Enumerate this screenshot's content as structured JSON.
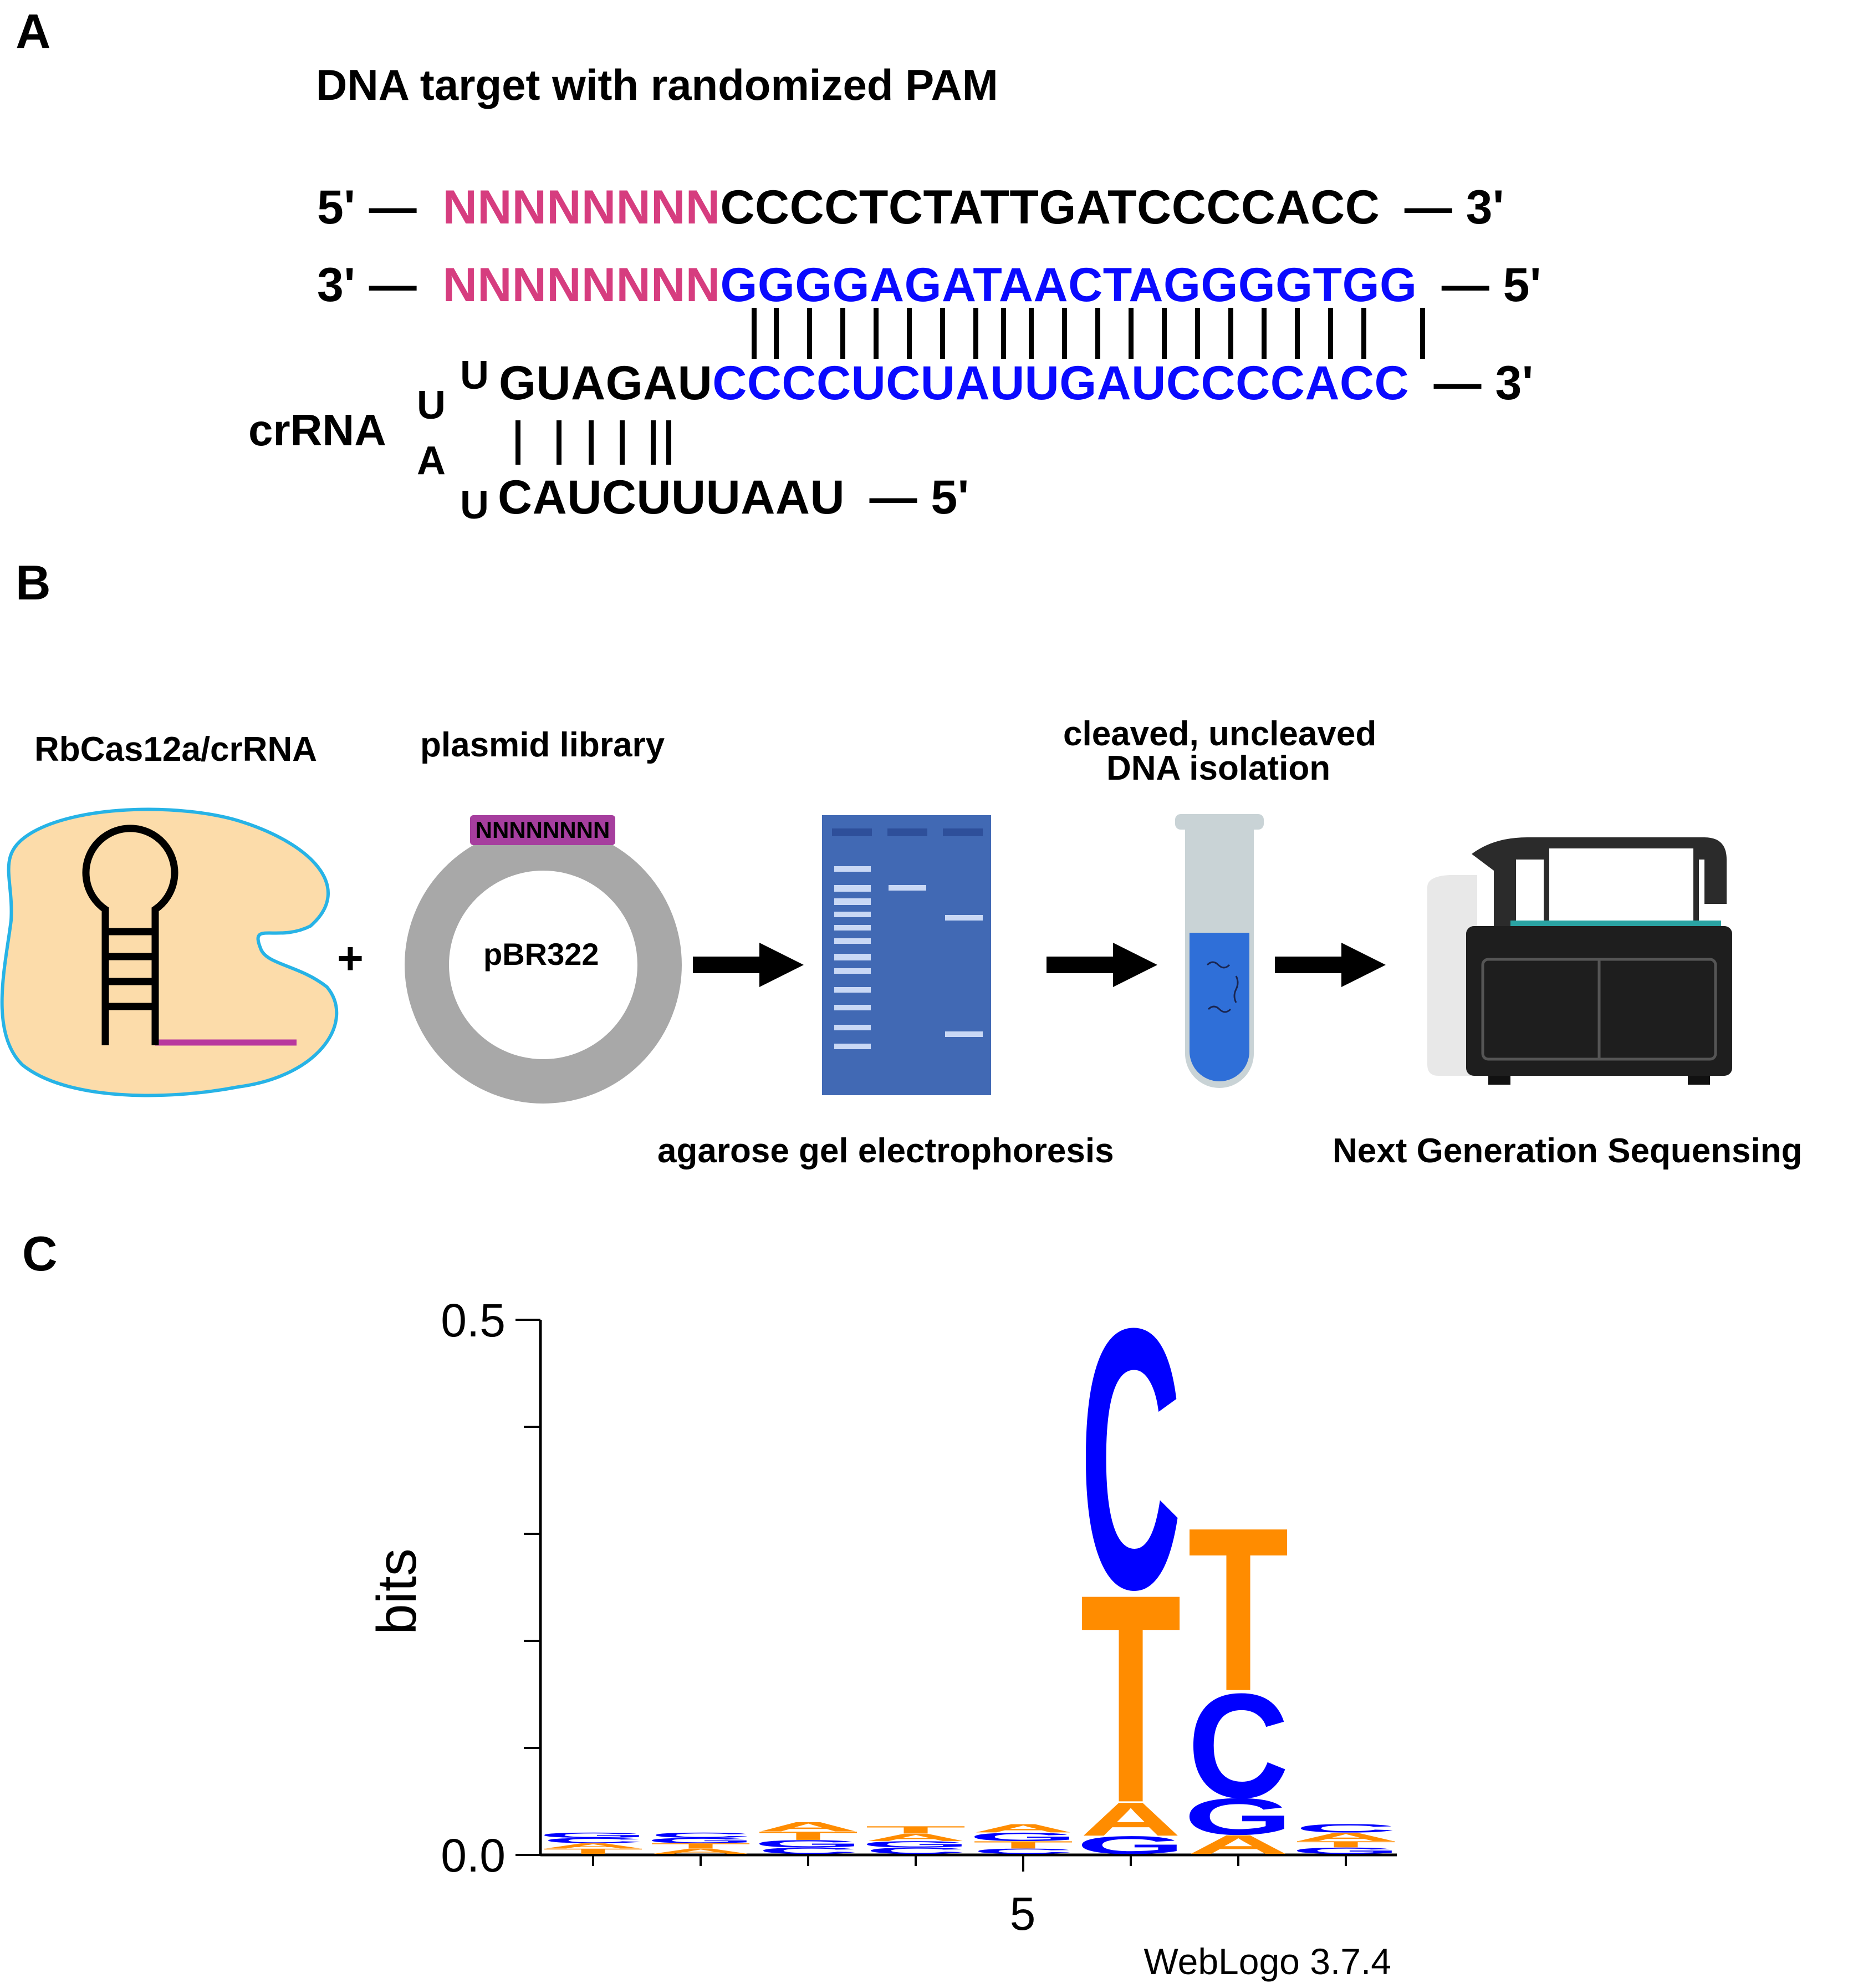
{
  "panel_a": {
    "letter": "A",
    "title": "DNA target with randomized PAM",
    "row1": {
      "left": "5' —",
      "pam": "NNNNNNNN",
      "seq": "CCCCTCTATTGATCCCCACC",
      "right": "— 3'"
    },
    "row2": {
      "left": "3' —",
      "pam": "NNNNNNNN",
      "seq": "GGGGAGATAACTAGGGGTGG",
      "right": "— 5'"
    },
    "row3": {
      "stem": "GUAGAU",
      "seq": "CCCCUCUAUUGAUCCCCACC",
      "right": "— 3'"
    },
    "loop": {
      "u_top": "U",
      "u_mid": "U",
      "a": "A",
      "u_bot": "U"
    },
    "row4": {
      "seq": "CAUCUUUAAU",
      "right": "— 5'"
    },
    "crrna_label": "crRNA"
  },
  "panel_b": {
    "letter": "B",
    "label_cas": "RbCas12a/crRNA",
    "label_plasmid": "plasmid library",
    "plasmid_insert": "NNNNNNNN",
    "plasmid_name": "pBR322",
    "plus": "+",
    "label_isolation_1": "cleaved, uncleaved",
    "label_isolation_2": "DNA isolation",
    "label_gel": "agarose gel electrophoresis",
    "label_ngs": "Next Generation Sequensing",
    "colors": {
      "cas_fill": "#fcdcaa",
      "cas_outline": "#27b3e6",
      "spacer": "#b8379e",
      "gel": "#4169b4",
      "plasmid": "#a8a8a8",
      "insert": "#a63e9e"
    }
  },
  "panel_c": {
    "letter": "C",
    "credit": "WebLogo 3.7.4"
  },
  "chart_data": {
    "type": "sequence-logo",
    "ylabel": "bits",
    "ylim": [
      0,
      0.5
    ],
    "yticks": [
      "0.0",
      "0.5"
    ],
    "xticks_labeled": [
      {
        "position": 5,
        "label": "5"
      }
    ],
    "positions": [
      1,
      2,
      3,
      4,
      5,
      6,
      7,
      8
    ],
    "colors": {
      "C": "#0000ff",
      "G": "#0000ff",
      "T": "#ff8c00",
      "A": "#ff8c00"
    },
    "stacks": [
      {
        "position": 1,
        "letters": [
          {
            "base": "T",
            "bits": 0.005
          },
          {
            "base": "A",
            "bits": 0.005
          },
          {
            "base": "C",
            "bits": 0.005
          },
          {
            "base": "G",
            "bits": 0.005
          }
        ]
      },
      {
        "position": 2,
        "letters": [
          {
            "base": "A",
            "bits": 0.005
          },
          {
            "base": "T",
            "bits": 0.005
          },
          {
            "base": "G",
            "bits": 0.005
          },
          {
            "base": "C",
            "bits": 0.005
          }
        ]
      },
      {
        "position": 3,
        "letters": [
          {
            "base": "C",
            "bits": 0.006
          },
          {
            "base": "G",
            "bits": 0.007
          },
          {
            "base": "T",
            "bits": 0.008
          },
          {
            "base": "A",
            "bits": 0.009
          }
        ]
      },
      {
        "position": 4,
        "letters": [
          {
            "base": "C",
            "bits": 0.006
          },
          {
            "base": "G",
            "bits": 0.006
          },
          {
            "base": "A",
            "bits": 0.007
          },
          {
            "base": "T",
            "bits": 0.007
          }
        ]
      },
      {
        "position": 5,
        "letters": [
          {
            "base": "C",
            "bits": 0.005
          },
          {
            "base": "T",
            "bits": 0.007
          },
          {
            "base": "G",
            "bits": 0.008
          },
          {
            "base": "A",
            "bits": 0.008
          }
        ]
      },
      {
        "position": 6,
        "letters": [
          {
            "base": "G",
            "bits": 0.017
          },
          {
            "base": "A",
            "bits": 0.032
          },
          {
            "base": "T",
            "bits": 0.2
          },
          {
            "base": "C",
            "bits": 0.25
          }
        ]
      },
      {
        "position": 7,
        "letters": [
          {
            "base": "A",
            "bits": 0.018
          },
          {
            "base": "G",
            "bits": 0.035
          },
          {
            "base": "C",
            "bits": 0.1
          },
          {
            "base": "T",
            "bits": 0.157
          }
        ]
      },
      {
        "position": 8,
        "letters": [
          {
            "base": "G",
            "bits": 0.006
          },
          {
            "base": "T",
            "bits": 0.006
          },
          {
            "base": "A",
            "bits": 0.008
          },
          {
            "base": "C",
            "bits": 0.008
          }
        ]
      }
    ]
  }
}
